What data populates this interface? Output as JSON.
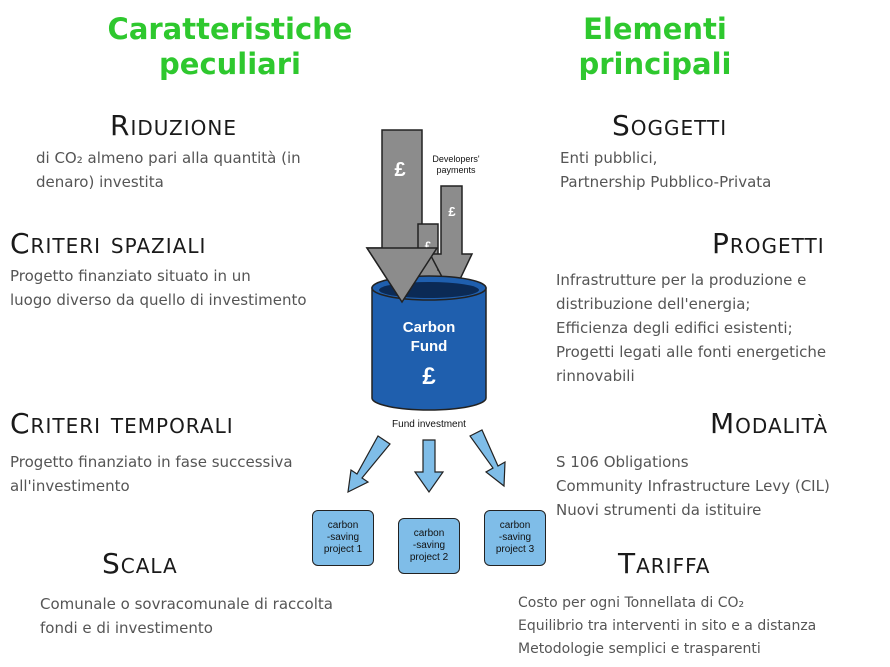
{
  "left": {
    "title_line1": "Caratteristiche",
    "title_line2": "peculiari",
    "sections": [
      {
        "heading": "Riduzione",
        "lines": [
          "di CO₂ almeno pari alla quantità  (in",
          "denaro) investita"
        ]
      },
      {
        "heading": "Criteri spaziali",
        "lines": [
          "Progetto finanziato situato in un",
          "luogo diverso da quello di investimento"
        ]
      },
      {
        "heading": "Criteri temporali",
        "lines": [
          "Progetto finanziato in fase successiva",
          "all'investimento"
        ]
      },
      {
        "heading": "Scala",
        "lines": [
          "Comunale o sovracomunale di raccolta",
          "fondi e di investimento"
        ]
      }
    ]
  },
  "right": {
    "title_line1": "Elementi",
    "title_line2": "principali",
    "sections": [
      {
        "heading": "Soggetti",
        "lines": [
          "Enti pubblici,",
          "Partnership Pubblico-Privata"
        ]
      },
      {
        "heading": "Progetti",
        "lines": [
          "Infrastrutture per la produzione e",
          "distribuzione dell'energia;",
          "Efficienza degli edifici esistenti;",
          "Progetti legati alle fonti energetiche",
          "rinnovabili"
        ]
      },
      {
        "heading": "Modalità",
        "lines": [
          "S 106 Obligations",
          "Community Infrastructure Levy (CIL)",
          "Nuovi strumenti da istituire"
        ]
      },
      {
        "heading": "Tariffa",
        "lines": [
          "Costo per ogni Tonnellata di CO₂",
          "Equilibrio tra interventi in sito e a distanza",
          "Metodologie semplici e trasparenti"
        ]
      }
    ]
  },
  "diagram": {
    "payments_label_line1": "Developers'",
    "payments_label_line2": "payments",
    "pound_symbol": "£",
    "fund_label_line1": "Carbon",
    "fund_label_line2": "Fund",
    "investment_label": "Fund investment",
    "projects": [
      {
        "line1": "carbon",
        "line2": "-saving",
        "line3": "project 1"
      },
      {
        "line1": "carbon",
        "line2": "-saving",
        "line3": "project 2"
      },
      {
        "line1": "carbon",
        "line2": "-saving",
        "line3": "project 3"
      }
    ],
    "colors": {
      "title_green": "#2ec82e",
      "arrow_gray": "#8c8c8c",
      "fund_blue": "#1f5fae",
      "project_blue": "#7fbde8"
    }
  }
}
